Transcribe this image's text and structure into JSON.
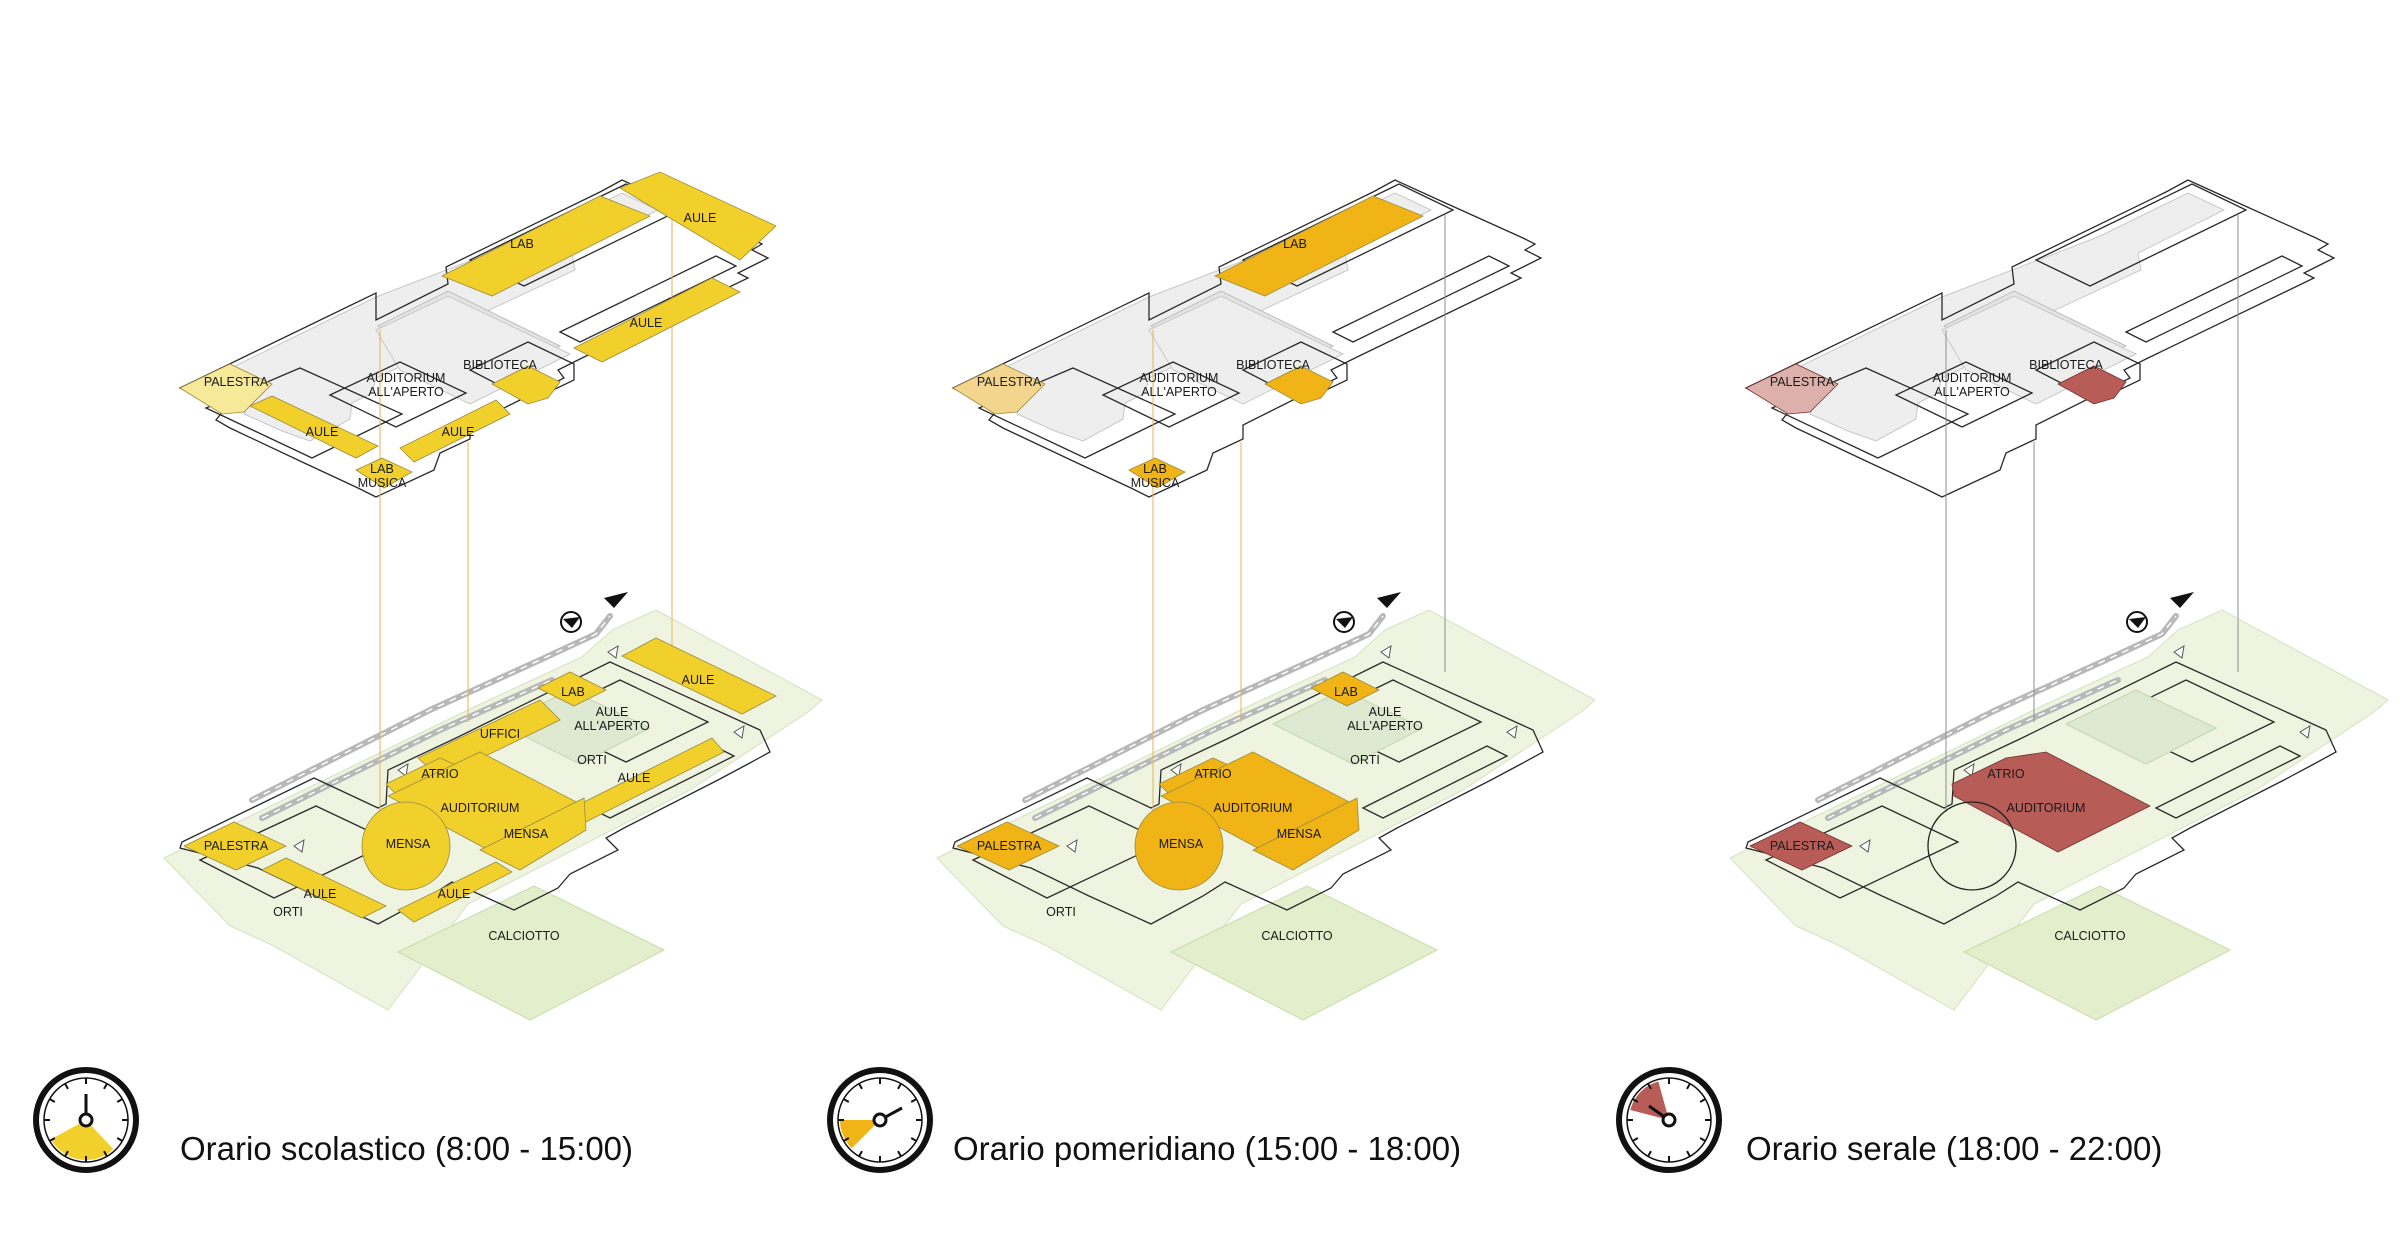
{
  "colors": {
    "day": "#f2d02c",
    "day_light": "#f6e99a",
    "afternoon": "#f0b416",
    "afternoon_light": "#f4d58e",
    "evening": "#b85c58",
    "evening_light": "#ddb0ac",
    "connector_day": "#e8b25a",
    "connector_evening": "#8e8e8e"
  },
  "panels": [
    {
      "caption": "Orario scolastico (8:00 - 15:00)",
      "clock_fraction": 0.29,
      "upper": {
        "lab": "LAB",
        "aule_a": "AULE",
        "aule_b": "AULE",
        "palestra": "PALESTRA",
        "aule_c": "AULE",
        "aule_d": "AULE",
        "auditorium_1": "AUDITORIUM",
        "auditorium_2": "ALL'APERTO",
        "biblioteca": "BIBLIOTECA",
        "lab_musica_1": "LAB",
        "lab_musica_2": "MUSICA"
      },
      "lower": {
        "aule_a": "AULE",
        "lab": "LAB",
        "aule_aperto_1": "AULE",
        "aule_aperto_2": "ALL'APERTO",
        "uffici": "UFFICI",
        "orti_a": "ORTI",
        "aule_b": "AULE",
        "atrio": "ATRIO",
        "auditorium": "AUDITORIUM",
        "mensa_a": "MENSA",
        "mensa_b": "MENSA",
        "palestra": "PALESTRA",
        "aule_c": "AULE",
        "aule_d": "AULE",
        "orti_b": "ORTI",
        "calciotto": "CALCIOTTO"
      }
    },
    {
      "caption": "Orario pomeridiano (15:00 - 18:00)",
      "clock_fraction": 0.125,
      "upper": {
        "lab": "LAB",
        "palestra": "PALESTRA",
        "auditorium_1": "AUDITORIUM",
        "auditorium_2": "ALL'APERTO",
        "biblioteca": "BIBLIOTECA",
        "lab_musica_1": "LAB",
        "lab_musica_2": "MUSICA"
      },
      "lower": {
        "lab": "LAB",
        "aule_aperto_1": "AULE",
        "aule_aperto_2": "ALL'APERTO",
        "orti_a": "ORTI",
        "atrio": "ATRIO",
        "auditorium": "AUDITORIUM",
        "mensa_a": "MENSA",
        "mensa_b": "MENSA",
        "palestra": "PALESTRA",
        "orti_b": "ORTI",
        "calciotto": "CALCIOTTO"
      }
    },
    {
      "caption": "Orario serale (18:00 - 22:00)",
      "clock_fraction": 0.167,
      "upper": {
        "palestra": "PALESTRA",
        "auditorium_1": "AUDITORIUM",
        "auditorium_2": "ALL'APERTO",
        "biblioteca": "BIBLIOTECA"
      },
      "lower": {
        "atrio": "ATRIO",
        "auditorium": "AUDITORIUM",
        "palestra": "PALESTRA",
        "calciotto": "CALCIOTTO"
      }
    }
  ]
}
